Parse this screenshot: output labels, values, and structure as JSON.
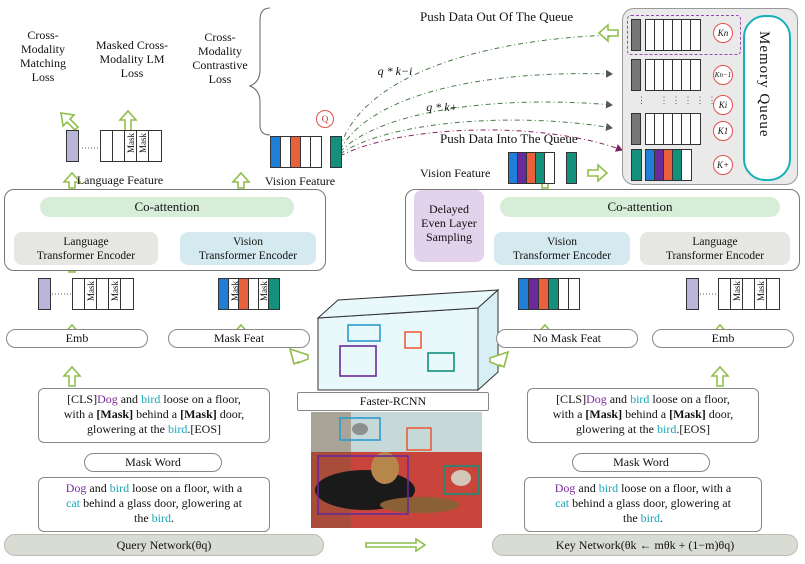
{
  "top_losses": {
    "matching": "Cross-\nModality\nMatching\nLoss",
    "masked_lm": "Masked Cross-\nModality LM\nLoss",
    "contrastive": "Cross-\nModality\nContrastive\nLoss"
  },
  "labels": {
    "language_feature": "Language Feature",
    "vision_feature_left": "Vision Feature",
    "vision_feature_right": "Vision Feature",
    "push_out": "Push Data Out Of The Queue",
    "push_in": "Push Data Into The Queue",
    "memory_queue": "Memory Queue",
    "q_circle": "Q",
    "qk_minus": "q * k−i",
    "qk_plus": "q * k+",
    "mask_token": "Mask"
  },
  "queue_keys": [
    "Kn",
    "Kn−1",
    "Ki",
    "K1",
    "K+"
  ],
  "left_encoder": {
    "coattention": "Co-attention",
    "language_encoder": "Language\nTransformer Encoder",
    "vision_encoder": "Vision\nTransformer Encoder"
  },
  "right_encoder": {
    "delayed": "Delayed\nEven Layer\nSampling",
    "coattention": "Co-attention",
    "vision_encoder": "Vision\nTransformer Encoder",
    "language_encoder": "Language\nTransformer Encoder"
  },
  "pills": {
    "emb_left": "Emb",
    "mask_feat": "Mask Feat",
    "no_mask_feat": "No Mask Feat",
    "emb_right": "Emb",
    "faster_rcnn": "Faster-RCNN",
    "mask_word_left": "Mask Word",
    "mask_word_right": "Mask Word"
  },
  "sentences": {
    "masked": {
      "cls": "[CLS]",
      "dog": "Dog",
      "and": " and ",
      "bird": "bird",
      "rest1": " loose on a floor,",
      "line2a": "with a ",
      "mask": "[Mask]",
      "line2b": " behind a ",
      "line2c": " door,",
      "line3a": "glowering at the ",
      "eos": ".[EOS]"
    },
    "original": {
      "dog": "Dog",
      "and": " and ",
      "bird": "bird",
      "rest1": " loose on a floor, with a",
      "cat": "cat",
      "rest2": " behind a glass door, glowering at",
      "line3a": "the ",
      "end": "."
    }
  },
  "networks": {
    "query": "Query Network(θq)",
    "key": "Key Network(θk ← mθk + (1−m)θq)"
  },
  "colors": {
    "blue": "#1f7fd6",
    "red": "#e8603c",
    "teal": "#14907c",
    "purple": "#6a2a9a",
    "green_arrow": "#8fbf4a",
    "token_bg": "#fdfbe8",
    "lang_token": "#b8b5d8"
  }
}
